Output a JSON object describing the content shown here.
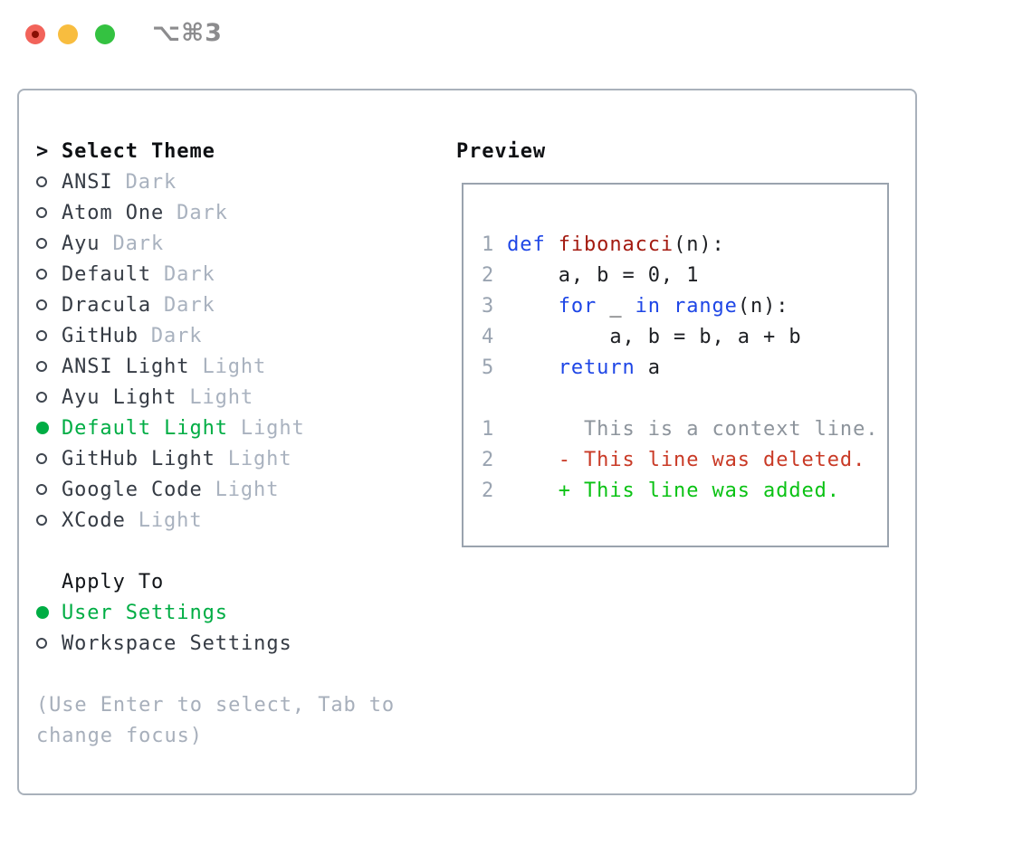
{
  "window": {
    "title_shortcut": "⌥⌘3"
  },
  "colors": {
    "accent_green": "#00ad44",
    "keyword_blue": "#1e46e6",
    "function_red": "#a31a10",
    "diff_deleted_red": "#c93a26",
    "diff_added_green": "#0ac214",
    "muted_gray": "#a9b2bf",
    "traffic_red": "#f2635a",
    "traffic_yellow": "#f8bd3f",
    "traffic_green": "#34c241"
  },
  "theme_panel": {
    "header": {
      "prompt": ">",
      "label": "Select Theme"
    },
    "themes": [
      {
        "name": "ANSI",
        "tag": "Dark",
        "selected": false
      },
      {
        "name": "Atom One",
        "tag": "Dark",
        "selected": false
      },
      {
        "name": "Ayu",
        "tag": "Dark",
        "selected": false
      },
      {
        "name": "Default",
        "tag": "Dark",
        "selected": false
      },
      {
        "name": "Dracula",
        "tag": "Dark",
        "selected": false
      },
      {
        "name": "GitHub",
        "tag": "Dark",
        "selected": false
      },
      {
        "name": "ANSI Light",
        "tag": "Light",
        "selected": false
      },
      {
        "name": "Ayu Light",
        "tag": "Light",
        "selected": false
      },
      {
        "name": "Default Light",
        "tag": "Light",
        "selected": true
      },
      {
        "name": "GitHub Light",
        "tag": "Light",
        "selected": false
      },
      {
        "name": "Google Code",
        "tag": "Light",
        "selected": false
      },
      {
        "name": "XCode",
        "tag": "Light",
        "selected": false
      }
    ],
    "apply_to": {
      "label": "Apply To",
      "options": [
        {
          "label": "User Settings",
          "selected": true
        },
        {
          "label": "Workspace Settings",
          "selected": false
        }
      ]
    },
    "footer_hint_line1": "(Use Enter to select, Tab to",
    "footer_hint_line2": "change focus)"
  },
  "preview": {
    "label": "Preview",
    "code": [
      {
        "no": "1",
        "s0": "def",
        "s1": " ",
        "s2": "fibonacci",
        "s3": "(n):"
      },
      {
        "no": "2",
        "s0": "    a, b = 0, 1"
      },
      {
        "no": "3",
        "s0": "    ",
        "s1": "for",
        "s2": " _ ",
        "s3": "in",
        "s4": " ",
        "s5": "range",
        "s6": "(n):"
      },
      {
        "no": "4",
        "s0": "        a, b = b, a + b"
      },
      {
        "no": "5",
        "s0": "    ",
        "s1": "return",
        "s2": " a"
      }
    ],
    "diff": [
      {
        "no": "1",
        "text": "      This is a context line."
      },
      {
        "no": "2",
        "text": "    - This line was deleted."
      },
      {
        "no": "2",
        "text": "    + This line was added."
      }
    ]
  }
}
